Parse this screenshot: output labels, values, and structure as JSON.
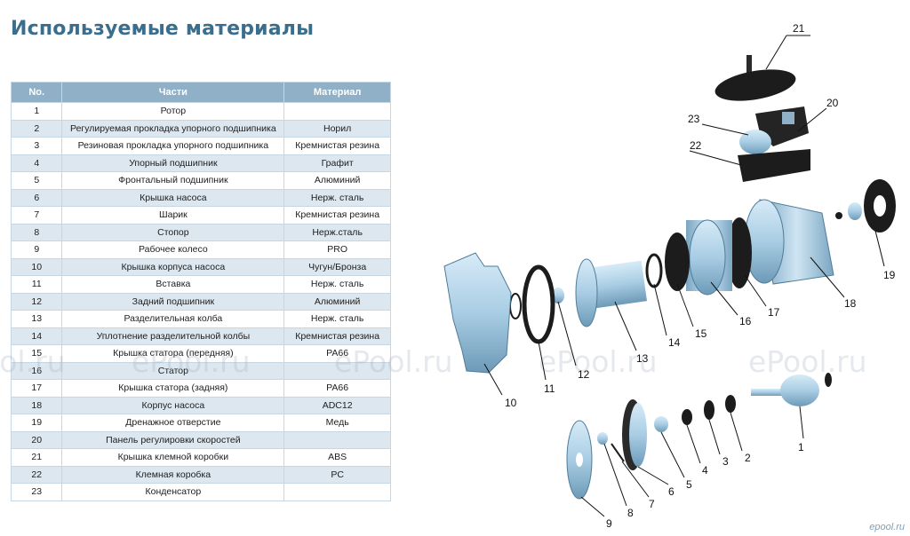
{
  "title": "Используемые материалы",
  "table": {
    "headers": {
      "no": "No.",
      "part": "Части",
      "material": "Материал"
    },
    "rows": [
      {
        "no": "1",
        "part": "Ротор",
        "material": ""
      },
      {
        "no": "2",
        "part": "Регулируемая прокладка упорного подшипника",
        "material": "Норил"
      },
      {
        "no": "3",
        "part": "Резиновая прокладка упорного подшипника",
        "material": "Кремнистая резина"
      },
      {
        "no": "4",
        "part": "Упорный подшипник",
        "material": "Графит"
      },
      {
        "no": "5",
        "part": "Фронтальный подшипник",
        "material": "Алюминий"
      },
      {
        "no": "6",
        "part": "Крышка насоса",
        "material": "Нерж. сталь"
      },
      {
        "no": "7",
        "part": "Шарик",
        "material": "Кремнистая резина"
      },
      {
        "no": "8",
        "part": "Стопор",
        "material": "Нерж.сталь"
      },
      {
        "no": "9",
        "part": "Рабочее колесо",
        "material": "PRO"
      },
      {
        "no": "10",
        "part": "Крышка корпуса насоса",
        "material": "Чугун/Бронза"
      },
      {
        "no": "11",
        "part": "Вставка",
        "material": "Нерж. сталь"
      },
      {
        "no": "12",
        "part": "Задний подшипник",
        "material": "Алюминий"
      },
      {
        "no": "13",
        "part": "Разделительная колба",
        "material": "Нерж. сталь"
      },
      {
        "no": "14",
        "part": "Уплотнение разделительной колбы",
        "material": "Кремнистая резина"
      },
      {
        "no": "15",
        "part": "Крышка статора (передняя)",
        "material": "PA66"
      },
      {
        "no": "16",
        "part": "Статор",
        "material": ""
      },
      {
        "no": "17",
        "part": "Крышка статора (задняя)",
        "material": "PA66"
      },
      {
        "no": "18",
        "part": "Корпус насоса",
        "material": "ADC12"
      },
      {
        "no": "19",
        "part": "Дренажное отверстие",
        "material": "Медь"
      },
      {
        "no": "20",
        "part": "Панель регулировки скоростей",
        "material": ""
      },
      {
        "no": "21",
        "part": "Крышка клемной коробки",
        "material": "ABS"
      },
      {
        "no": "22",
        "part": "Клемная коробка",
        "material": "PC"
      },
      {
        "no": "23",
        "part": "Конденсатор",
        "material": ""
      }
    ]
  },
  "watermarks": [
    "ePool.ru",
    "ePool.ru",
    "ePool.ru",
    "ePool.ru",
    "ePool.ru"
  ],
  "site_mark": "epool.ru",
  "colors": {
    "title": "#3a6e8f",
    "header_bg": "#8fb0c7",
    "row_alt": "#dce7ef",
    "part_fill": "#a9cde4",
    "part_dark": "#1c1c1c"
  },
  "callouts": [
    "1",
    "2",
    "3",
    "4",
    "5",
    "6",
    "7",
    "8",
    "9",
    "10",
    "11",
    "12",
    "13",
    "14",
    "15",
    "16",
    "17",
    "18",
    "19",
    "20",
    "21",
    "22",
    "23"
  ]
}
